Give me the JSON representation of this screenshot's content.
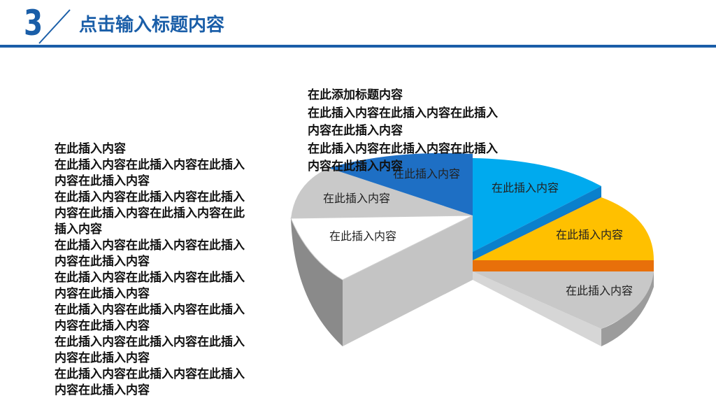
{
  "header": {
    "section_number": "3",
    "title": "点击输入标题内容",
    "accent_color": "#1a5ea8"
  },
  "left_block": {
    "text": "在此插入内容\n在此插入内容在此插入内容在此插入内容在此插入内容\n在此插入内容在此插入内容在此插入内容在此插入内容在此插入内容在此插入内容\n在此插入内容在此插入内容在此插入内容在此插入内容\n在此插入内容在此插入内容在此插入内容在此插入内容\n在此插入内容在此插入内容在此插入内容在此插入内容\n在此插入内容在此插入内容在此插入内容在此插入内容\n在此插入内容在此插入内容在此插入内容在此插入内容"
  },
  "top_block": {
    "text": "在此添加标题内容\n在此插入内容在此插入内容在此插入\n内容在此插入内容\n在此插入内容在此插入内容在此插入\n内容在此插入内容"
  },
  "pie": {
    "slices": [
      {
        "label": "在此插入内容",
        "color": "#1e6fc4"
      },
      {
        "label": "在此插入内容",
        "color": "#00aaee"
      },
      {
        "label": "在此插入内容",
        "color": "#ffc000"
      },
      {
        "label": "",
        "color": "#e8700a"
      },
      {
        "label": "在此插入内容",
        "color": "#c8c8c8"
      },
      {
        "label": "在此插入内容",
        "color": "#ffffff"
      },
      {
        "label": "在此插入内容",
        "color": "#c9c9c9"
      }
    ]
  }
}
